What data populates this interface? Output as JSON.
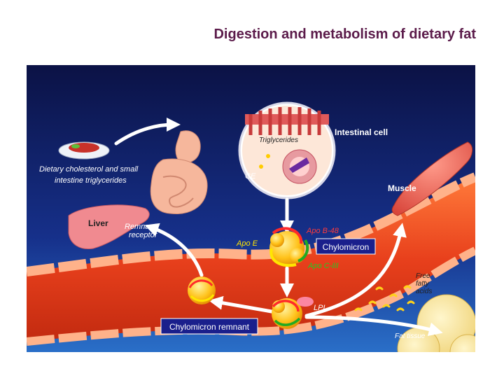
{
  "title": "Digestion and metabolism of dietary fat",
  "labels": {
    "intestinal_cell": "Intestinal cell",
    "triglycerides": "Triglycerides",
    "ce": "CE",
    "dietary_line1": "Dietary cholesterol and small",
    "dietary_line2": "intestine triglycerides",
    "muscle": "Muscle",
    "liver": "Liver",
    "remnant_receptor_line1": "Remnant",
    "remnant_receptor_line2": "receptor",
    "apo_b48": "Apo B-48",
    "apo_e": "Apo E",
    "apo_c3": "Apo C-III",
    "chylomicron": "Chylomicron",
    "lpl": "LPL",
    "free_fatty_acids_line1": "Free",
    "free_fatty_acids_line2": "fatty",
    "free_fatty_acids_line3": "acids",
    "chylomicron_remnant": "Chylomicron remnant",
    "fat_tissue": "Fat tissue"
  },
  "colors": {
    "title": "#5b1b4a",
    "background_top": "#0b1245",
    "background_bottom": "#2a6fc8",
    "vessel": "#e8401c",
    "apo_b48": "#ff2a2a",
    "apo_e": "#ffe600",
    "apo_c3": "#22aa22",
    "label_box": "#1a1f8c"
  }
}
